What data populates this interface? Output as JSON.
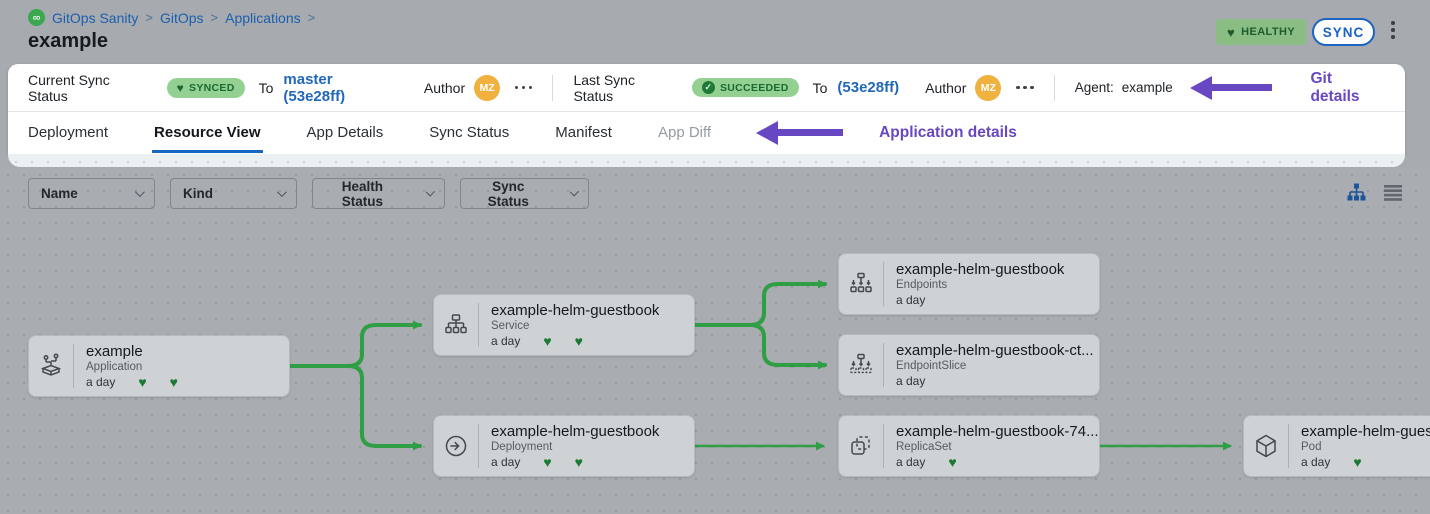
{
  "breadcrumb": {
    "separator": ">",
    "items": [
      "GitOps Sanity",
      "GitOps",
      "Applications"
    ]
  },
  "header": {
    "title": "example",
    "health_badge_label": "HEALTHY",
    "sync_button_label": "SYNC"
  },
  "sync_bar": {
    "current": {
      "label": "Current Sync Status",
      "status": "SYNCED",
      "to_label": "To",
      "revision": "master (53e28ff)",
      "author_label": "Author",
      "author_initials": "MZ"
    },
    "last": {
      "label": "Last Sync Status",
      "status": "SUCCEEDED",
      "to_label": "To",
      "revision": "(53e28ff)",
      "author_label": "Author",
      "author_initials": "MZ"
    },
    "agent": {
      "label": "Agent:",
      "value": "example"
    },
    "annotation": "Git details"
  },
  "tabs": {
    "items": [
      {
        "label": "Deployment"
      },
      {
        "label": "Resource View",
        "active": true
      },
      {
        "label": "App Details"
      },
      {
        "label": "Sync Status"
      },
      {
        "label": "Manifest"
      },
      {
        "label": "App Diff",
        "disabled": true
      }
    ],
    "annotation": "Application details"
  },
  "filters": {
    "dropdowns": [
      {
        "label": "Name"
      },
      {
        "label": "Kind"
      },
      {
        "label": "Health Status"
      },
      {
        "label": "Sync Status"
      }
    ]
  },
  "graph": {
    "nodes": [
      {
        "title": "example",
        "kind": "Application",
        "age": "a day",
        "hearts": 2
      },
      {
        "title": "example-helm-guestbook",
        "kind": "Service",
        "age": "a day",
        "hearts": 2
      },
      {
        "title": "example-helm-guestbook",
        "kind": "Deployment",
        "age": "a day",
        "hearts": 2
      },
      {
        "title": "example-helm-guestbook",
        "kind": "Endpoints",
        "age": "a day",
        "hearts": 0
      },
      {
        "title": "example-helm-guestbook-ct...",
        "kind": "EndpointSlice",
        "age": "a day",
        "hearts": 0
      },
      {
        "title": "example-helm-guestbook-74...",
        "kind": "ReplicaSet",
        "age": "a day",
        "hearts": 1
      },
      {
        "title": "example-helm-guest",
        "kind": "Pod",
        "age": "a day",
        "hearts": 1
      }
    ]
  },
  "icons": {
    "heart": "♥",
    "check": "✓",
    "logo_glyph": "∞"
  },
  "colors": {
    "accent_blue": "#1a63c0",
    "annotation_purple": "#6847c3",
    "edge_green": "#2f9e44",
    "status_badge_green": "#95d093",
    "healthy_badge_green": "#89bd83",
    "heart_green": "#1d7a34",
    "avatar_orange": "#f0b13f"
  }
}
